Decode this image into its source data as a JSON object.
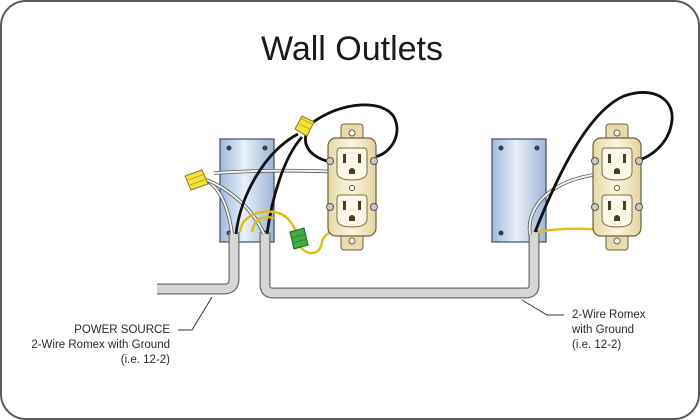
{
  "title": "Wall Outlets",
  "labels": {
    "power_source": {
      "line1": "POWER SOURCE",
      "line2": "2-Wire Romex with Ground",
      "line3": "(i.e. 12-2)"
    },
    "romex": {
      "line1": "2-Wire Romex",
      "line2": "with Ground",
      "line3": "(i.e. 12-2)"
    }
  },
  "colors": {
    "box": "#b9cde6",
    "cable": "#d3d3d3",
    "hot_wire": "#111111",
    "neutral_wire": "#f4f4f4",
    "ground_wire": "#f2d21b",
    "wire_nut_yellow": "#f5e23c",
    "wire_nut_green": "#3fae3f",
    "outlet": "#f1e7c4"
  }
}
